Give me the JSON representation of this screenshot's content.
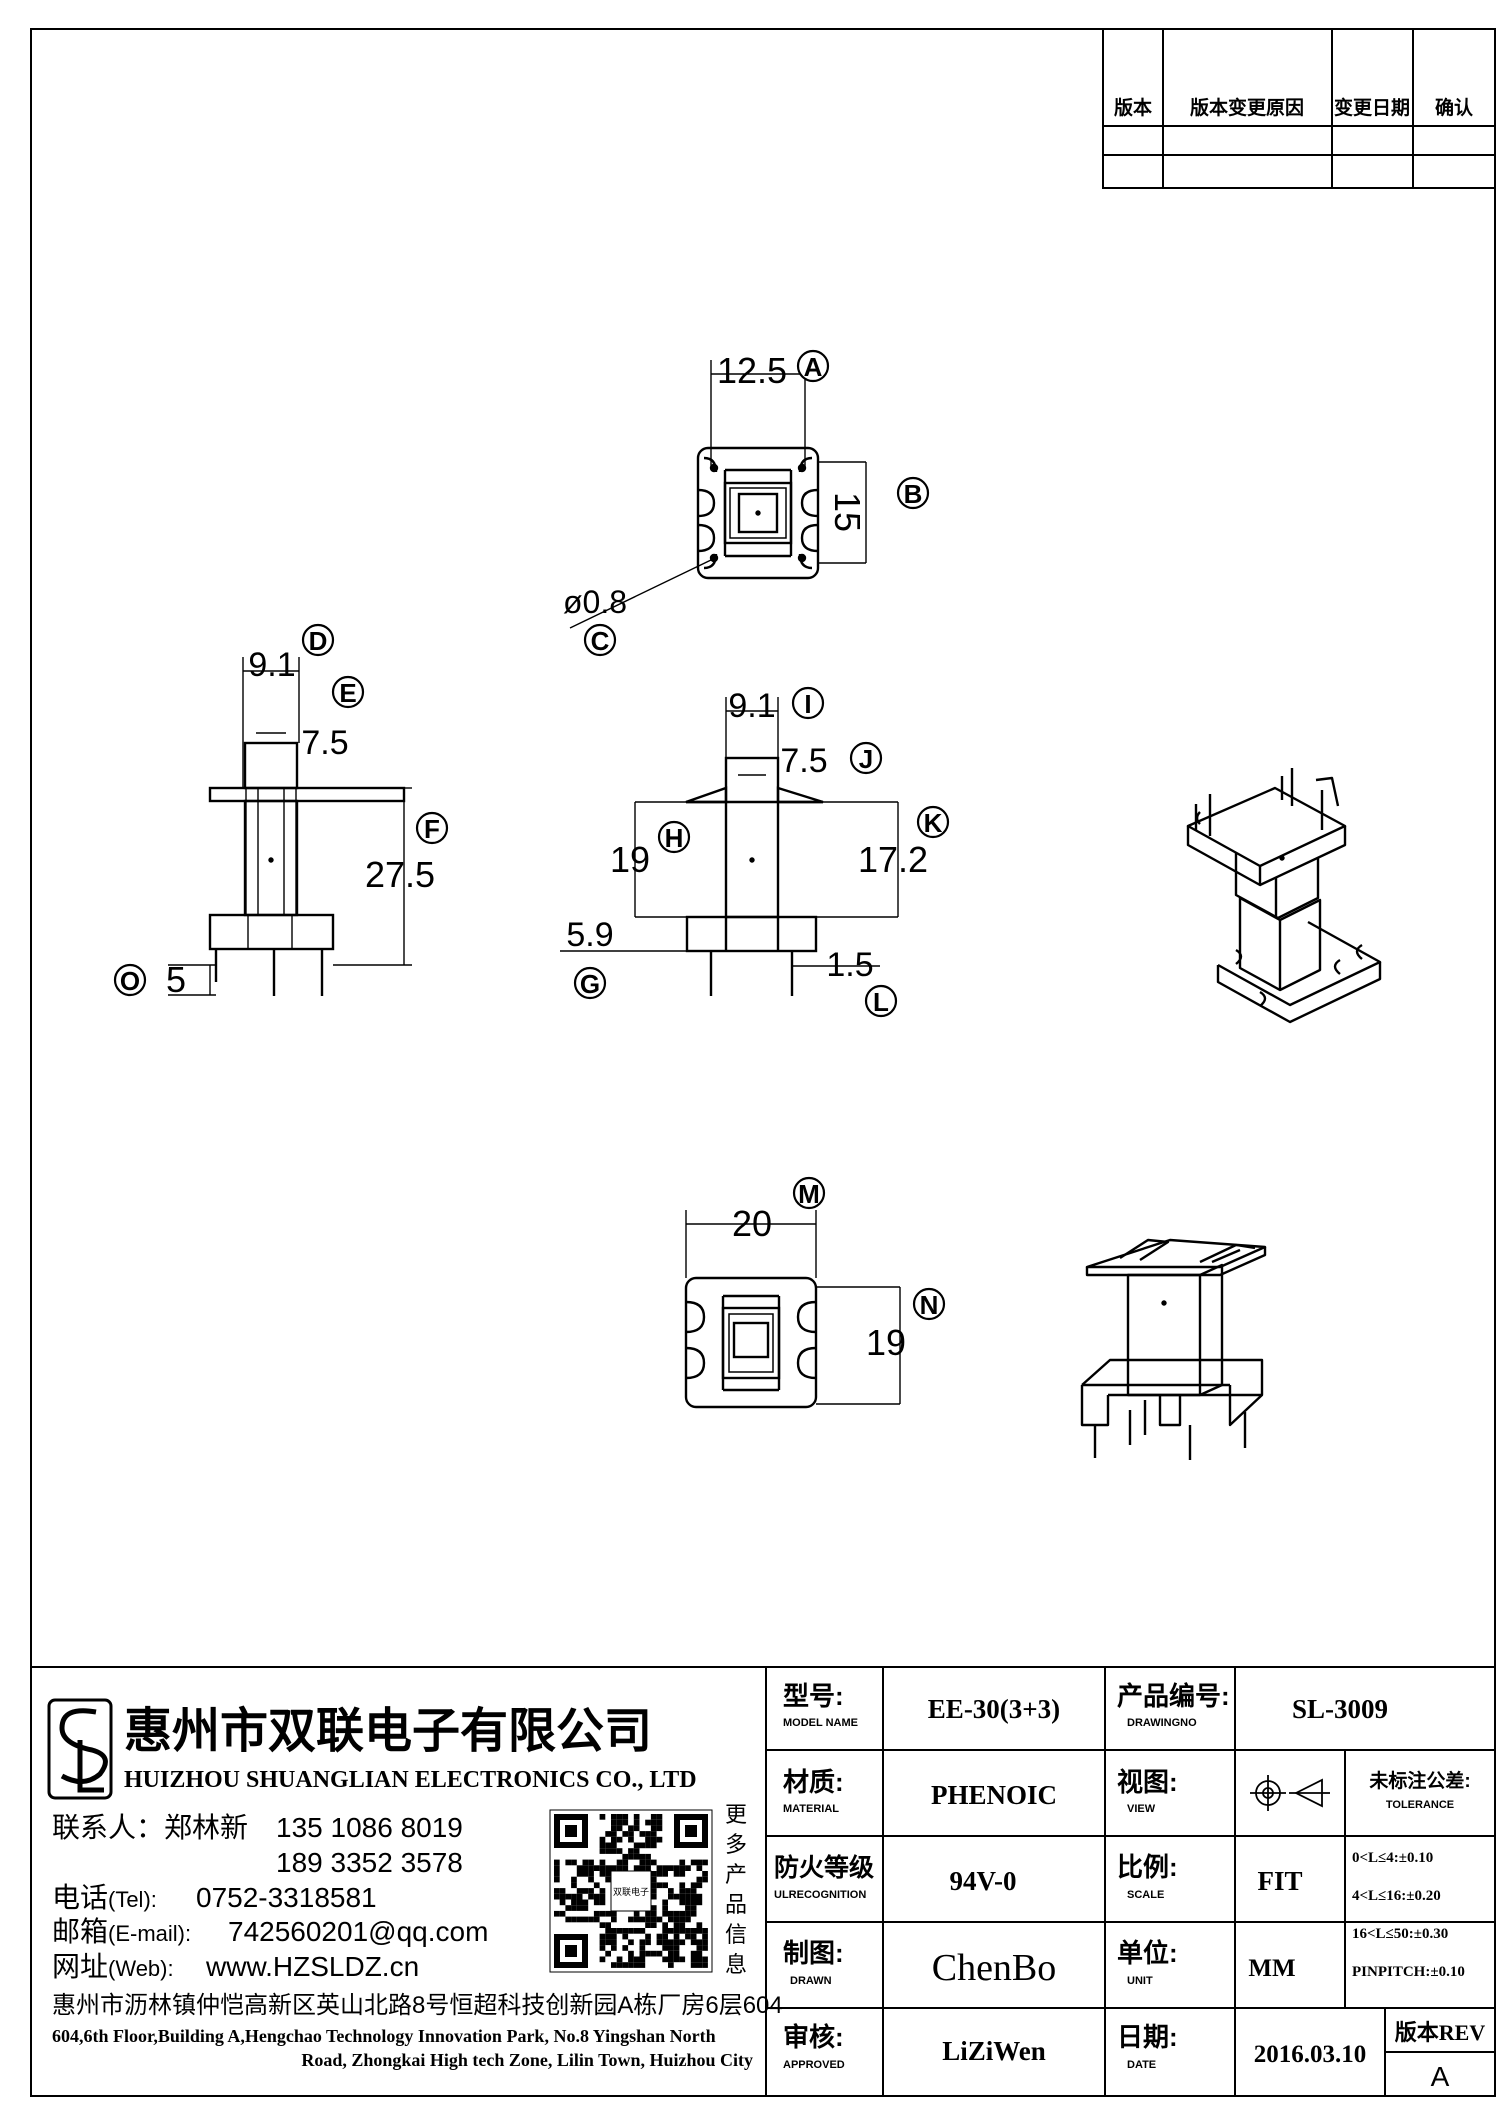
{
  "revision_table": {
    "headers": [
      "版本",
      "版本变更原因",
      "变更日期",
      "确认"
    ]
  },
  "dimensions": {
    "d12_5": "12.5",
    "d15": "15",
    "d0_8": "ø0.8",
    "d9_1_left": "9.1",
    "d7_5_left": "7.5",
    "d27_5": "27.5",
    "d5": "5",
    "d9_1_mid": "9.1",
    "d7_5_mid": "7.5",
    "d19_mid": "19",
    "d17_2": "17.2",
    "d5_9": "5.9",
    "d1_5": "1.5",
    "d20": "20",
    "d19_bottom": "19"
  },
  "callouts": [
    "A",
    "B",
    "C",
    "D",
    "E",
    "F",
    "G",
    "H",
    "I",
    "J",
    "K",
    "L",
    "M",
    "N",
    "O"
  ],
  "company": {
    "name_cn": "惠州市双联电子有限公司",
    "name_en": "HUIZHOU SHUANGLIAN ELECTRONICS CO., LTD",
    "contact_label": "联系人：郑林新",
    "phone1": "135 1086 8019",
    "phone2": "189 3352 3578",
    "tel_label": "电话",
    "tel_tag": "(Tel):",
    "tel": "0752-3318581",
    "email_label": "邮箱",
    "email_tag": "(E-mail):",
    "email": "742560201@qq.com",
    "web_label": "网址",
    "web_tag": "(Web):",
    "web": "www.HZSLDZ.cn",
    "more_info": [
      "更",
      "多",
      "产",
      "品",
      "信",
      "息"
    ],
    "qr_label": "双联电子",
    "address_cn": "惠州市沥林镇仲恺高新区英山北路8号恒超科技创新园A栋厂房6层604",
    "address_en_1": "604,6th Floor,Building A,Hengchao Technology Innovation Park, No.8 Yingshan North",
    "address_en_2": "Road, Zhongkai High tech Zone, Lilin Town, Huizhou City"
  },
  "title_block": {
    "model_label": "型号:",
    "model_label_en": "MODEL NAME",
    "model_value": "EE-30(3+3)",
    "drawing_label": "产品编号:",
    "drawing_label_en": "DRAWINGNO",
    "drawing_value": "SL-3009",
    "material_label": "材质:",
    "material_label_en": "MATERIAL",
    "material_value": "PHENOIC",
    "view_label": "视图:",
    "view_label_en": "VIEW",
    "tolerance_label": "未标注公差:",
    "tolerance_label_en": "TOLERANCE",
    "fire_label": "防火等级",
    "fire_label_en": "ULRECOGNITION",
    "fire_value": "94V-0",
    "scale_label": "比例:",
    "scale_label_en": "SCALE",
    "scale_value": "FIT",
    "drawn_label": "制图:",
    "drawn_label_en": "DRAWN",
    "drawn_value": "ChenBo",
    "unit_label": "单位:",
    "unit_label_en": "UNIT",
    "unit_value": "MM",
    "approved_label": "审核:",
    "approved_label_en": "APPROVED",
    "approved_value": "LiZiWen",
    "date_label": "日期:",
    "date_label_en": "DATE",
    "date_value": "2016.03.10",
    "rev_label": "版本REV",
    "rev_value": "A",
    "tolerances": [
      "0<L≤4:±0.10",
      "4<L≤16:±0.20",
      "16<L≤50:±0.30",
      "PINPITCH:±0.10"
    ]
  }
}
